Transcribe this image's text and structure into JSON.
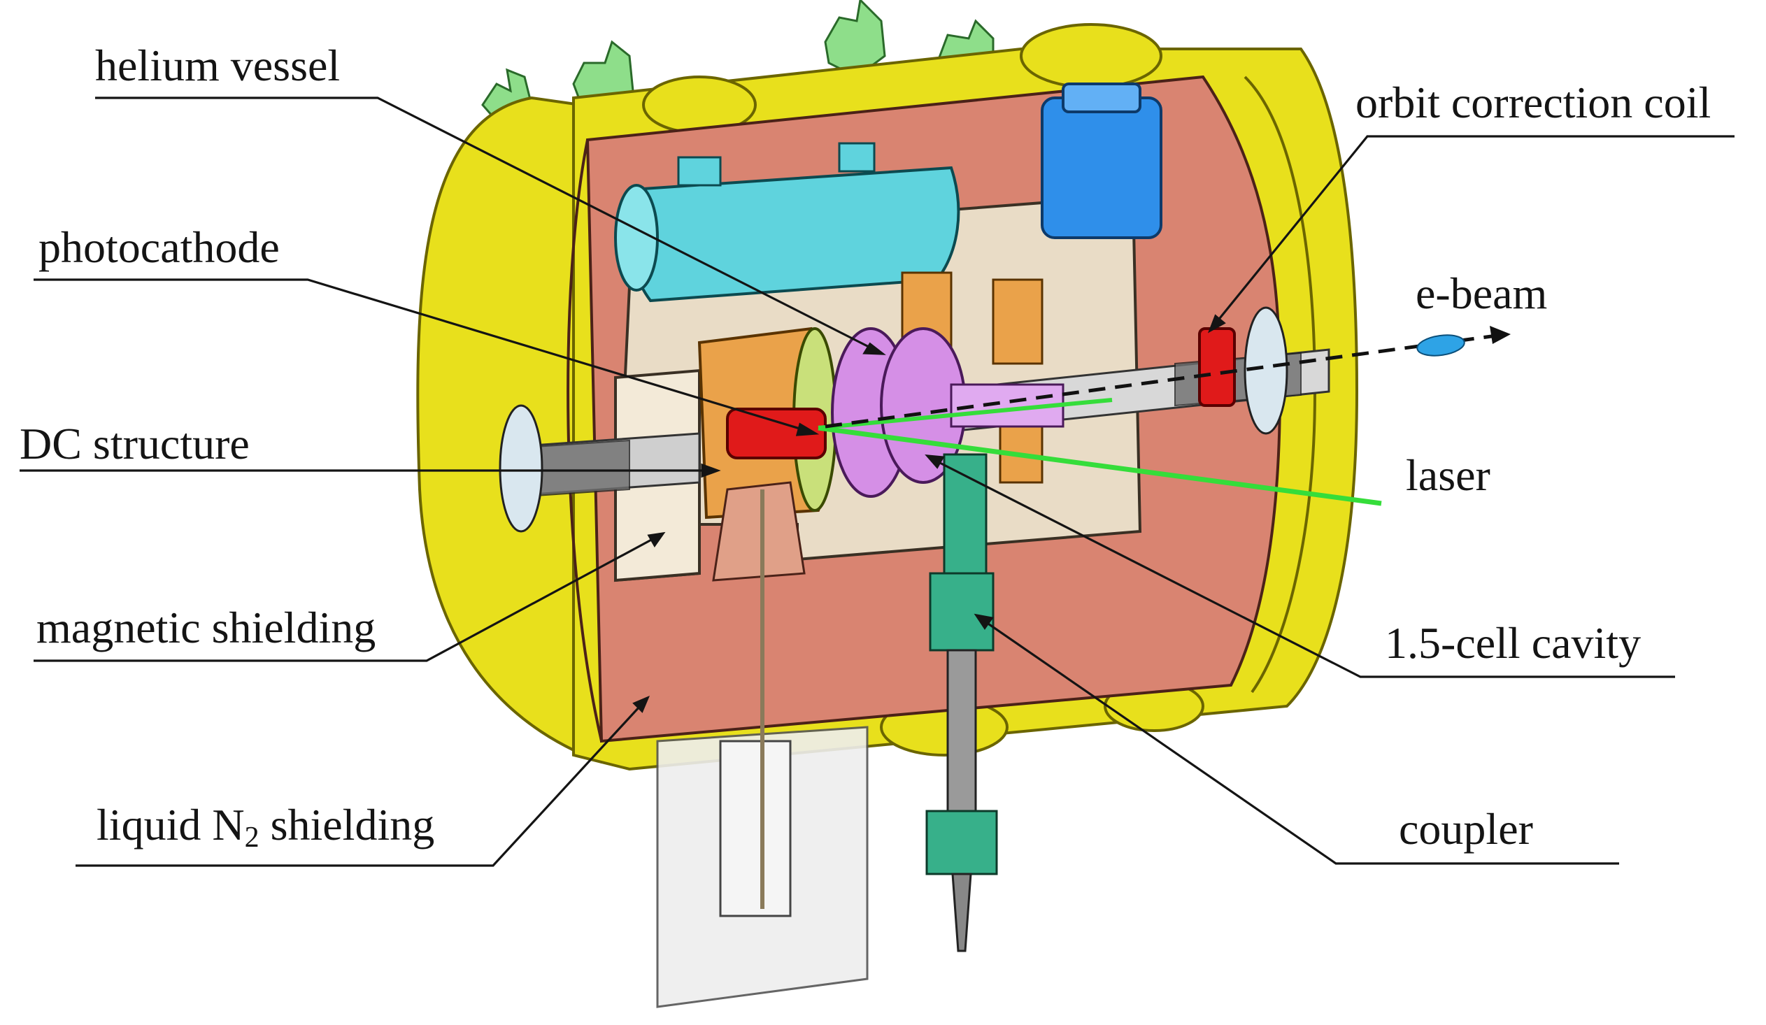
{
  "diagram": {
    "labels": {
      "helium_vessel": "helium vessel",
      "photocathode": "photocathode",
      "dc_structure": "DC structure",
      "magnetic_shielding": "magnetic shielding",
      "liquid_n2_prefix": "liquid N",
      "liquid_n2_sub": "2",
      "liquid_n2_suffix": " shielding",
      "orbit_correction_coil": "orbit correction coil",
      "e_beam": "e-beam",
      "laser": "laser",
      "cavity": "1.5-cell cavity",
      "coupler": "coupler"
    },
    "colors": {
      "outer_vessel": "#e8e01c",
      "outer_vessel_dark": "#b8b010",
      "ln2_shield": "#d98471",
      "ln2_shield_dark": "#b9634f",
      "magnetic_shield": "#e9dcc6",
      "helium_tank": "#5fd3dd",
      "cavity": "#d58fe6",
      "photocathode": "#e01a1a",
      "dc_structure": "#eaa24a",
      "blue_tank": "#2f8fea",
      "coupler": "#37b08a",
      "laser": "#35dd3a",
      "ebeam": "#2ea3e6",
      "fittings": "#8ede8a"
    }
  }
}
